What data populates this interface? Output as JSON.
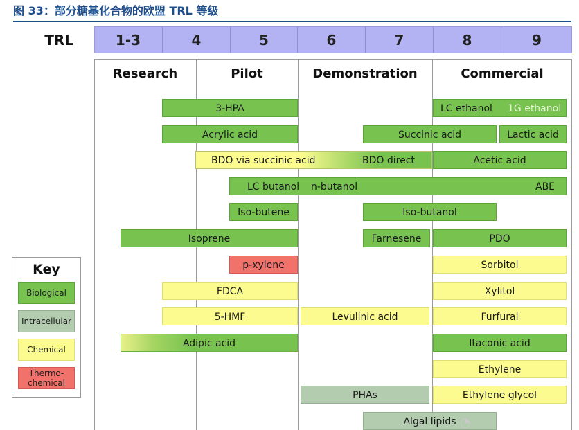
{
  "title": "图 33：部分糖基化合物的欧盟 TRL 等级",
  "trl": {
    "label": "TRL",
    "levels": [
      "1-3",
      "4",
      "5",
      "6",
      "7",
      "8",
      "9"
    ]
  },
  "stages": [
    "Research",
    "Pilot",
    "Demonstration",
    "Commercial"
  ],
  "key": {
    "title": "Key",
    "items": [
      "Biological",
      "Intracellular",
      "Chemical",
      "Thermo-\nchemical"
    ]
  },
  "colors": {
    "biological": "#78c350",
    "intracellular": "#b3ccb0",
    "chemical": "#fbfb8f",
    "thermochemical": "#f1716b",
    "trl_bar": "#b3b3f4",
    "title": "#1f4e8c"
  },
  "compounds": {
    "hpa3": "3-HPA",
    "lc_ethanol": "LC ethanol",
    "g1_ethanol": "1G ethanol",
    "acrylic_acid": "Acrylic acid",
    "succinic_acid": "Succinic acid",
    "lactic_acid": "Lactic acid",
    "bdo_succinic": "BDO via succinic acid",
    "bdo_direct": "BDO direct",
    "acetic_acid": "Acetic acid",
    "lc_butanol": "LC butanol",
    "n_butanol": "n-butanol",
    "abe": "ABE",
    "iso_butene": "Iso-butene",
    "iso_butanol": "Iso-butanol",
    "isoprene": "Isoprene",
    "farnesene": "Farnesene",
    "pdo": "PDO",
    "p_xylene": "p-xylene",
    "sorbitol": "Sorbitol",
    "fdca": "FDCA",
    "xylitol": "Xylitol",
    "hmf5": "5-HMF",
    "levulinic_acid": "Levulinic acid",
    "furfural": "Furfural",
    "adipic_acid": "Adipic acid",
    "itaconic_acid": "Itaconic acid",
    "ethylene": "Ethylene",
    "phas": "PHAs",
    "ethylene_glycol": "Ethylene glycol",
    "algal_lipids": "Algal lipids"
  }
}
